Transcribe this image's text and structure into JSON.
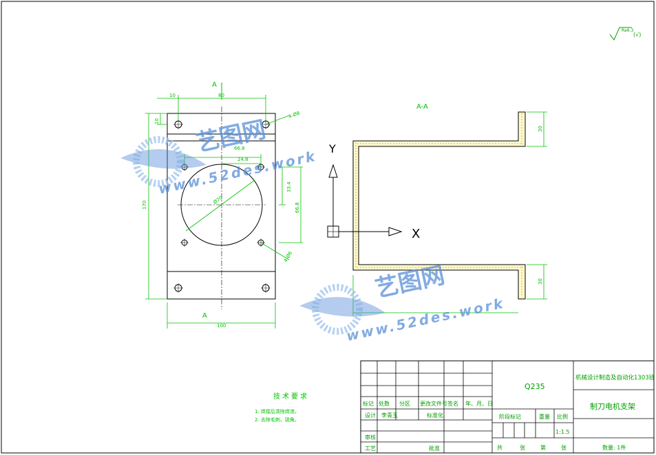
{
  "views": {
    "front": {
      "section_mark_top": "A",
      "section_mark_bottom": "A",
      "dims": {
        "left_offset": "10",
        "top_width": "80",
        "top_offset": "10",
        "hole_diameter": "4-Ø8",
        "inner_width": "66.8",
        "inner_offset": "24.8",
        "vertical_span": "33.4",
        "inner_height": "66.8",
        "circle_diameter": "Ø70",
        "small_holes": "4-Ø6",
        "overall_height": "170",
        "overall_width": "100"
      }
    },
    "section": {
      "title": "A-A",
      "axis_y": "Y",
      "axis_x": "X",
      "dim_top_flange": "30",
      "dim_bottom_flange": "30"
    }
  },
  "roughness_symbol": "Ra6.3",
  "roughness_note": "(√)",
  "tech_requirements": {
    "title": "技术要求",
    "items": [
      "1. 焊接后清除焊渣。",
      "2. 去除毛刺、锐角。"
    ]
  },
  "title_block": {
    "material": "Q235",
    "institution": "机械设计制造及自动化1303班",
    "part_name": "制刀电机支架",
    "header_row": [
      "标记",
      "处数",
      "分区",
      "更改文件号",
      "签名",
      "年、月、日"
    ],
    "design_label": "设计",
    "designer": "李青玉",
    "standardization": "标准化",
    "stage_mark": "阶段标记",
    "weight": "重量",
    "scale_label": "比例",
    "scale_value": "1:1.5",
    "review": "审核",
    "process": "工艺",
    "approve": "批准",
    "sheet_total": "共",
    "sheet_label": "张",
    "sheet_no": "第",
    "sheet_unit": "张",
    "quantity": "数量: 1件"
  },
  "watermark": {
    "brand": "艺图网",
    "url": "www.52des.work"
  },
  "colors": {
    "geometry": "#000000",
    "dimension": "#00c000",
    "hatch": "#c8a000",
    "watermark": "#5a8fd8"
  }
}
